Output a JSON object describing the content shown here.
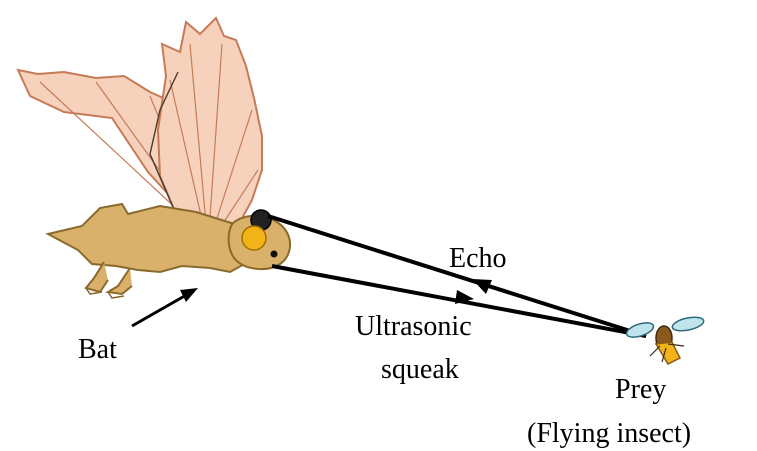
{
  "labels": {
    "bat": "Bat",
    "echo": "Echo",
    "squeak_line1": "Ultrasonic",
    "squeak_line2": "squeak",
    "prey_line1": "Prey",
    "prey_line2": "(Flying insect)"
  },
  "colors": {
    "bat_body": "#d9b16a",
    "bat_body_stroke": "#8a6a2c",
    "wing_fill": "#f6d2bc",
    "wing_stroke": "#c77a58",
    "eye": "#f2b318",
    "lines": "#000000"
  },
  "icons": {
    "bat": "bat-illustration",
    "prey": "insect-illustration"
  }
}
